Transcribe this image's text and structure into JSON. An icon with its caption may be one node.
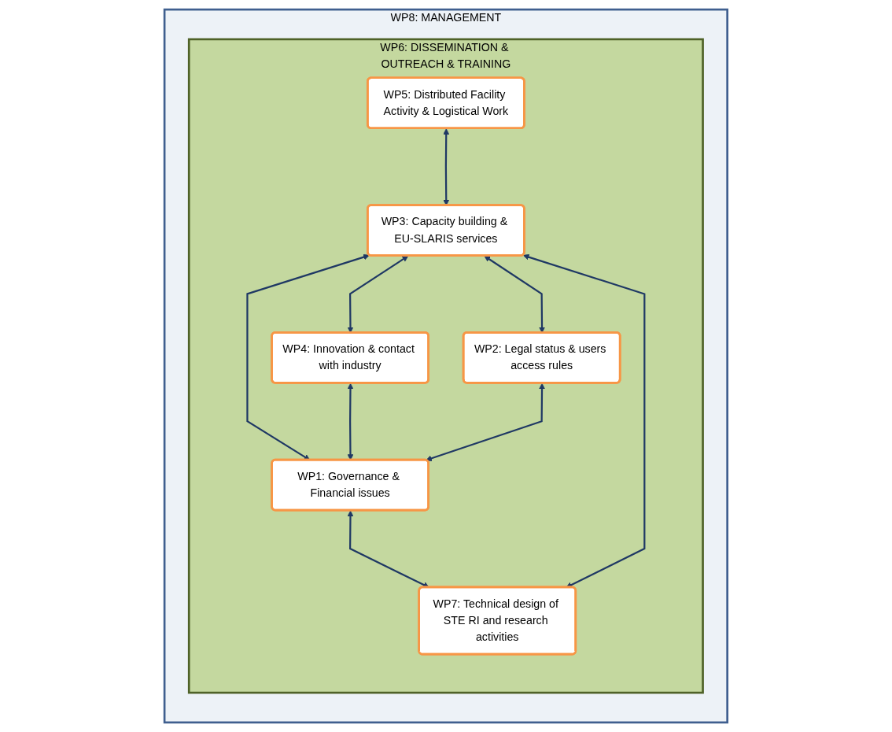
{
  "diagram": {
    "nodes": [
      {
        "text": [
          "WP8: MANAGEMENT"
        ]
      },
      {
        "text": [
          "WP6: DISSEMINATION & OUTREACH & TRAINING"
        ],
        "in": 0
      },
      {
        "text": [
          "WP5: Distributed Facility Activity & Logistical Work"
        ],
        "in": 1
      },
      {
        "text": [
          "WP3: Capacity building & EU-SLARIS services"
        ],
        "in": 1
      },
      {
        "text": [
          "WP4: Innovation & contact with industry"
        ],
        "in": 1
      },
      {
        "text": [
          "WP2: Legal status & users access rules"
        ],
        "in": 1
      },
      {
        "text": [
          "WP1: Governance & Financial issues"
        ],
        "in": 1
      },
      {
        "text": [
          "WP7: Technical design of STE RI and research activities"
        ],
        "in": 1
      }
    ],
    "edges": [
      {
        "from": 2,
        "to": 3,
        "arrow": "both"
      },
      {
        "from": 3,
        "to": 4,
        "arrow": "both"
      },
      {
        "from": 3,
        "to": 5,
        "arrow": "both"
      },
      {
        "from": 3,
        "to": 6,
        "arrow": "both"
      },
      {
        "from": 4,
        "to": 6,
        "arrow": "both"
      },
      {
        "from": 5,
        "to": 6,
        "arrow": "both"
      },
      {
        "from": 6,
        "to": 7,
        "arrow": "both"
      },
      {
        "from": 3,
        "to": 7,
        "arrow": "both"
      }
    ]
  }
}
